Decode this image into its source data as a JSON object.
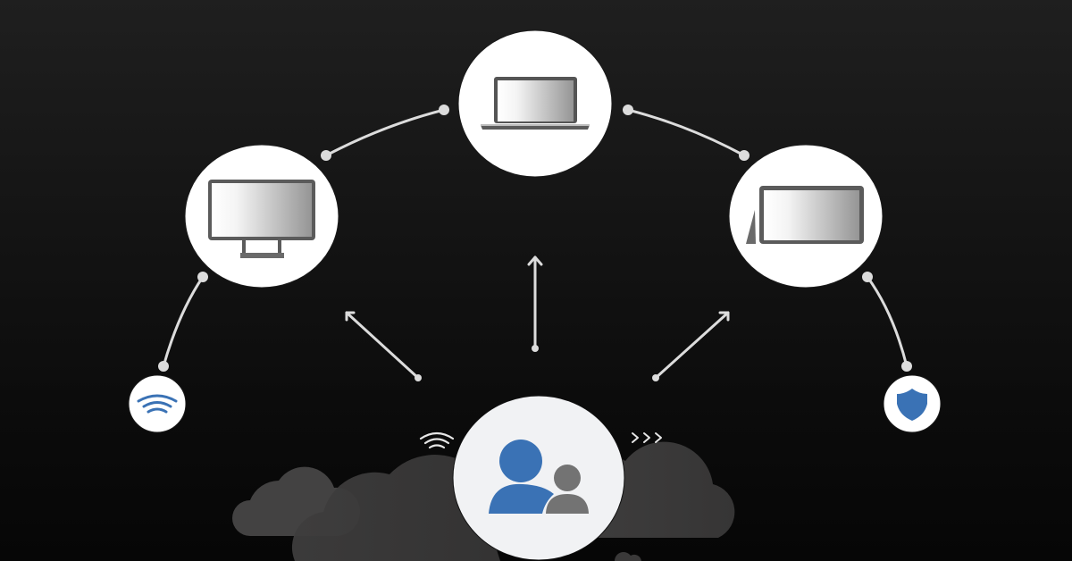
{
  "diagram": {
    "title": "",
    "hub": {
      "name": "users",
      "icon": "user-group-icon"
    },
    "devices": [
      {
        "name": "desktop-monitor",
        "icon": "monitor-icon"
      },
      {
        "name": "laptop",
        "icon": "laptop-icon"
      },
      {
        "name": "tablet",
        "icon": "tablet-icon"
      }
    ],
    "features": [
      {
        "name": "wifi",
        "icon": "wifi-icon"
      },
      {
        "name": "security",
        "icon": "shield-icon"
      }
    ],
    "decorations": [
      {
        "name": "hub-wifi",
        "icon": "wifi-signal-icon"
      },
      {
        "name": "hub-chevrons",
        "icon": "chevrons-right-icon"
      },
      {
        "name": "clouds",
        "icon": "cloud-icon"
      }
    ]
  },
  "colors": {
    "accent_blue": "#3a72b5",
    "secondary_gray": "#737373",
    "connector": "#dcdcdc",
    "cloud": "#3c3b3b",
    "node_fill": "#ffffff",
    "hub_fill": "#f1f2f4",
    "device_frame": "#5b5b5b"
  }
}
